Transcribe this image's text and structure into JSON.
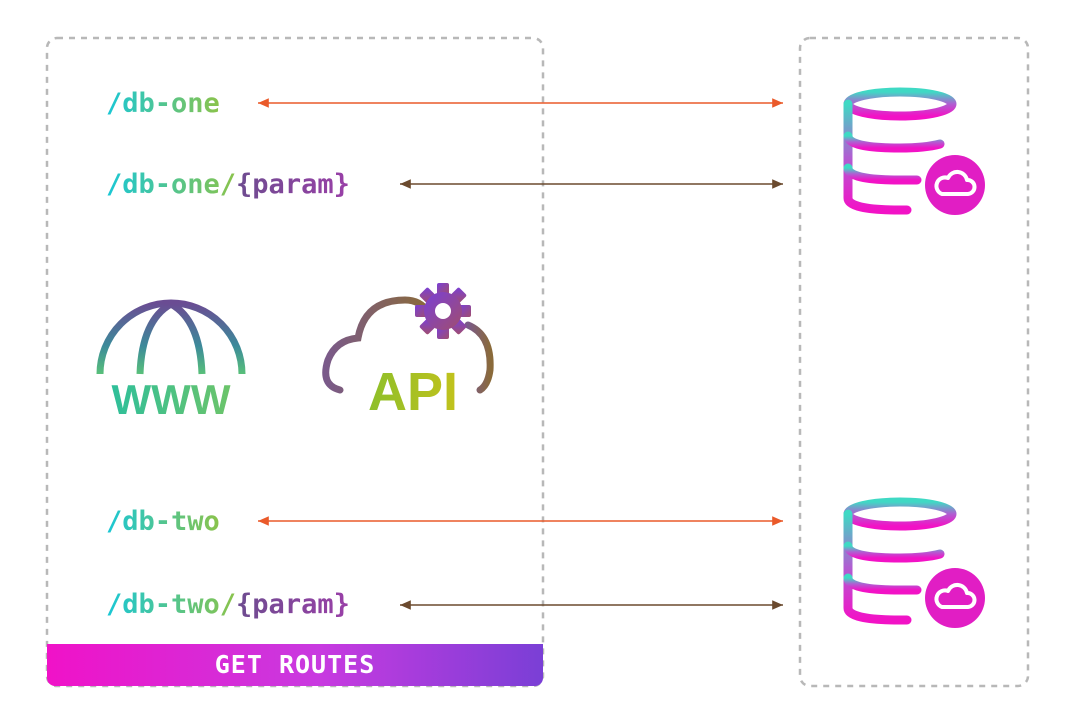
{
  "routes": [
    {
      "prefix": "/db-one",
      "param": ""
    },
    {
      "prefix": "/db-one/",
      "param": "{param}"
    },
    {
      "prefix": "/db-two",
      "param": ""
    },
    {
      "prefix": "/db-two/",
      "param": "{param}"
    }
  ],
  "footer_label": "GET ROUTES",
  "icons": {
    "www": "WWW",
    "api": "API",
    "databases": [
      "cloud-database-icon",
      "cloud-database-icon"
    ]
  },
  "colors": {
    "arrow_orange": "#ea5a2a",
    "arrow_brown": "#6b4a2e",
    "border_gray": "#b8b8b8",
    "bar_start": "#f012c8",
    "bar_end": "#7a3fd6"
  }
}
